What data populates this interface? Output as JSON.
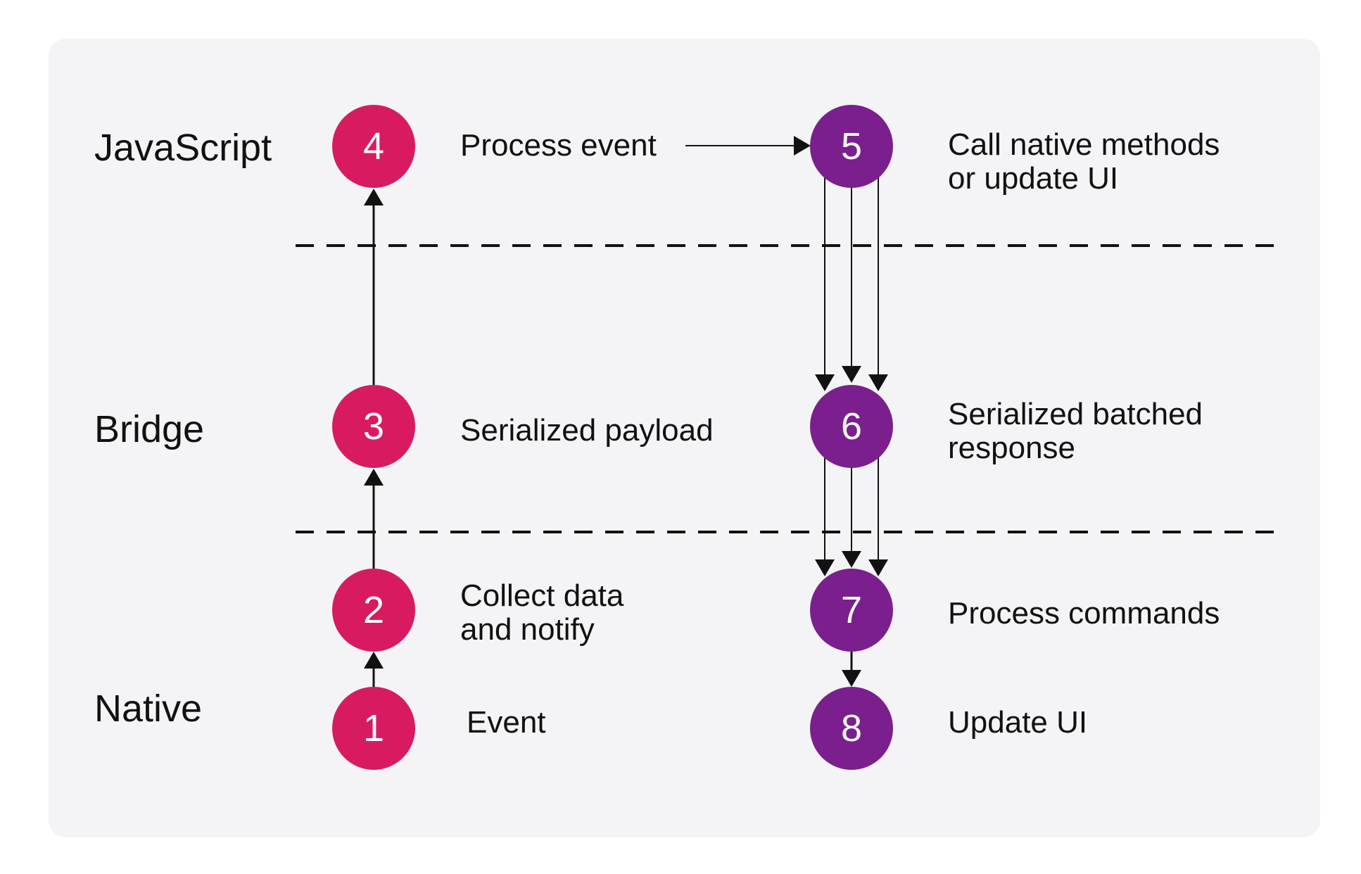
{
  "colors": {
    "native_node": "#d81b60",
    "js_node": "#7b1f8e",
    "panel_background": "#f4f4f6",
    "text": "#111111",
    "divider": "#111111"
  },
  "layers": {
    "javascript": "JavaScript",
    "bridge": "Bridge",
    "native": "Native"
  },
  "steps": [
    {
      "number": "1",
      "label": "Event"
    },
    {
      "number": "2",
      "label": "Collect data\nand notify"
    },
    {
      "number": "3",
      "label": "Serialized payload"
    },
    {
      "number": "4",
      "label": "Process event"
    },
    {
      "number": "5",
      "label": "Call native methods\nor update UI"
    },
    {
      "number": "6",
      "label": "Serialized batched\nresponse"
    },
    {
      "number": "7",
      "label": "Process commands"
    },
    {
      "number": "8",
      "label": "Update UI"
    }
  ]
}
